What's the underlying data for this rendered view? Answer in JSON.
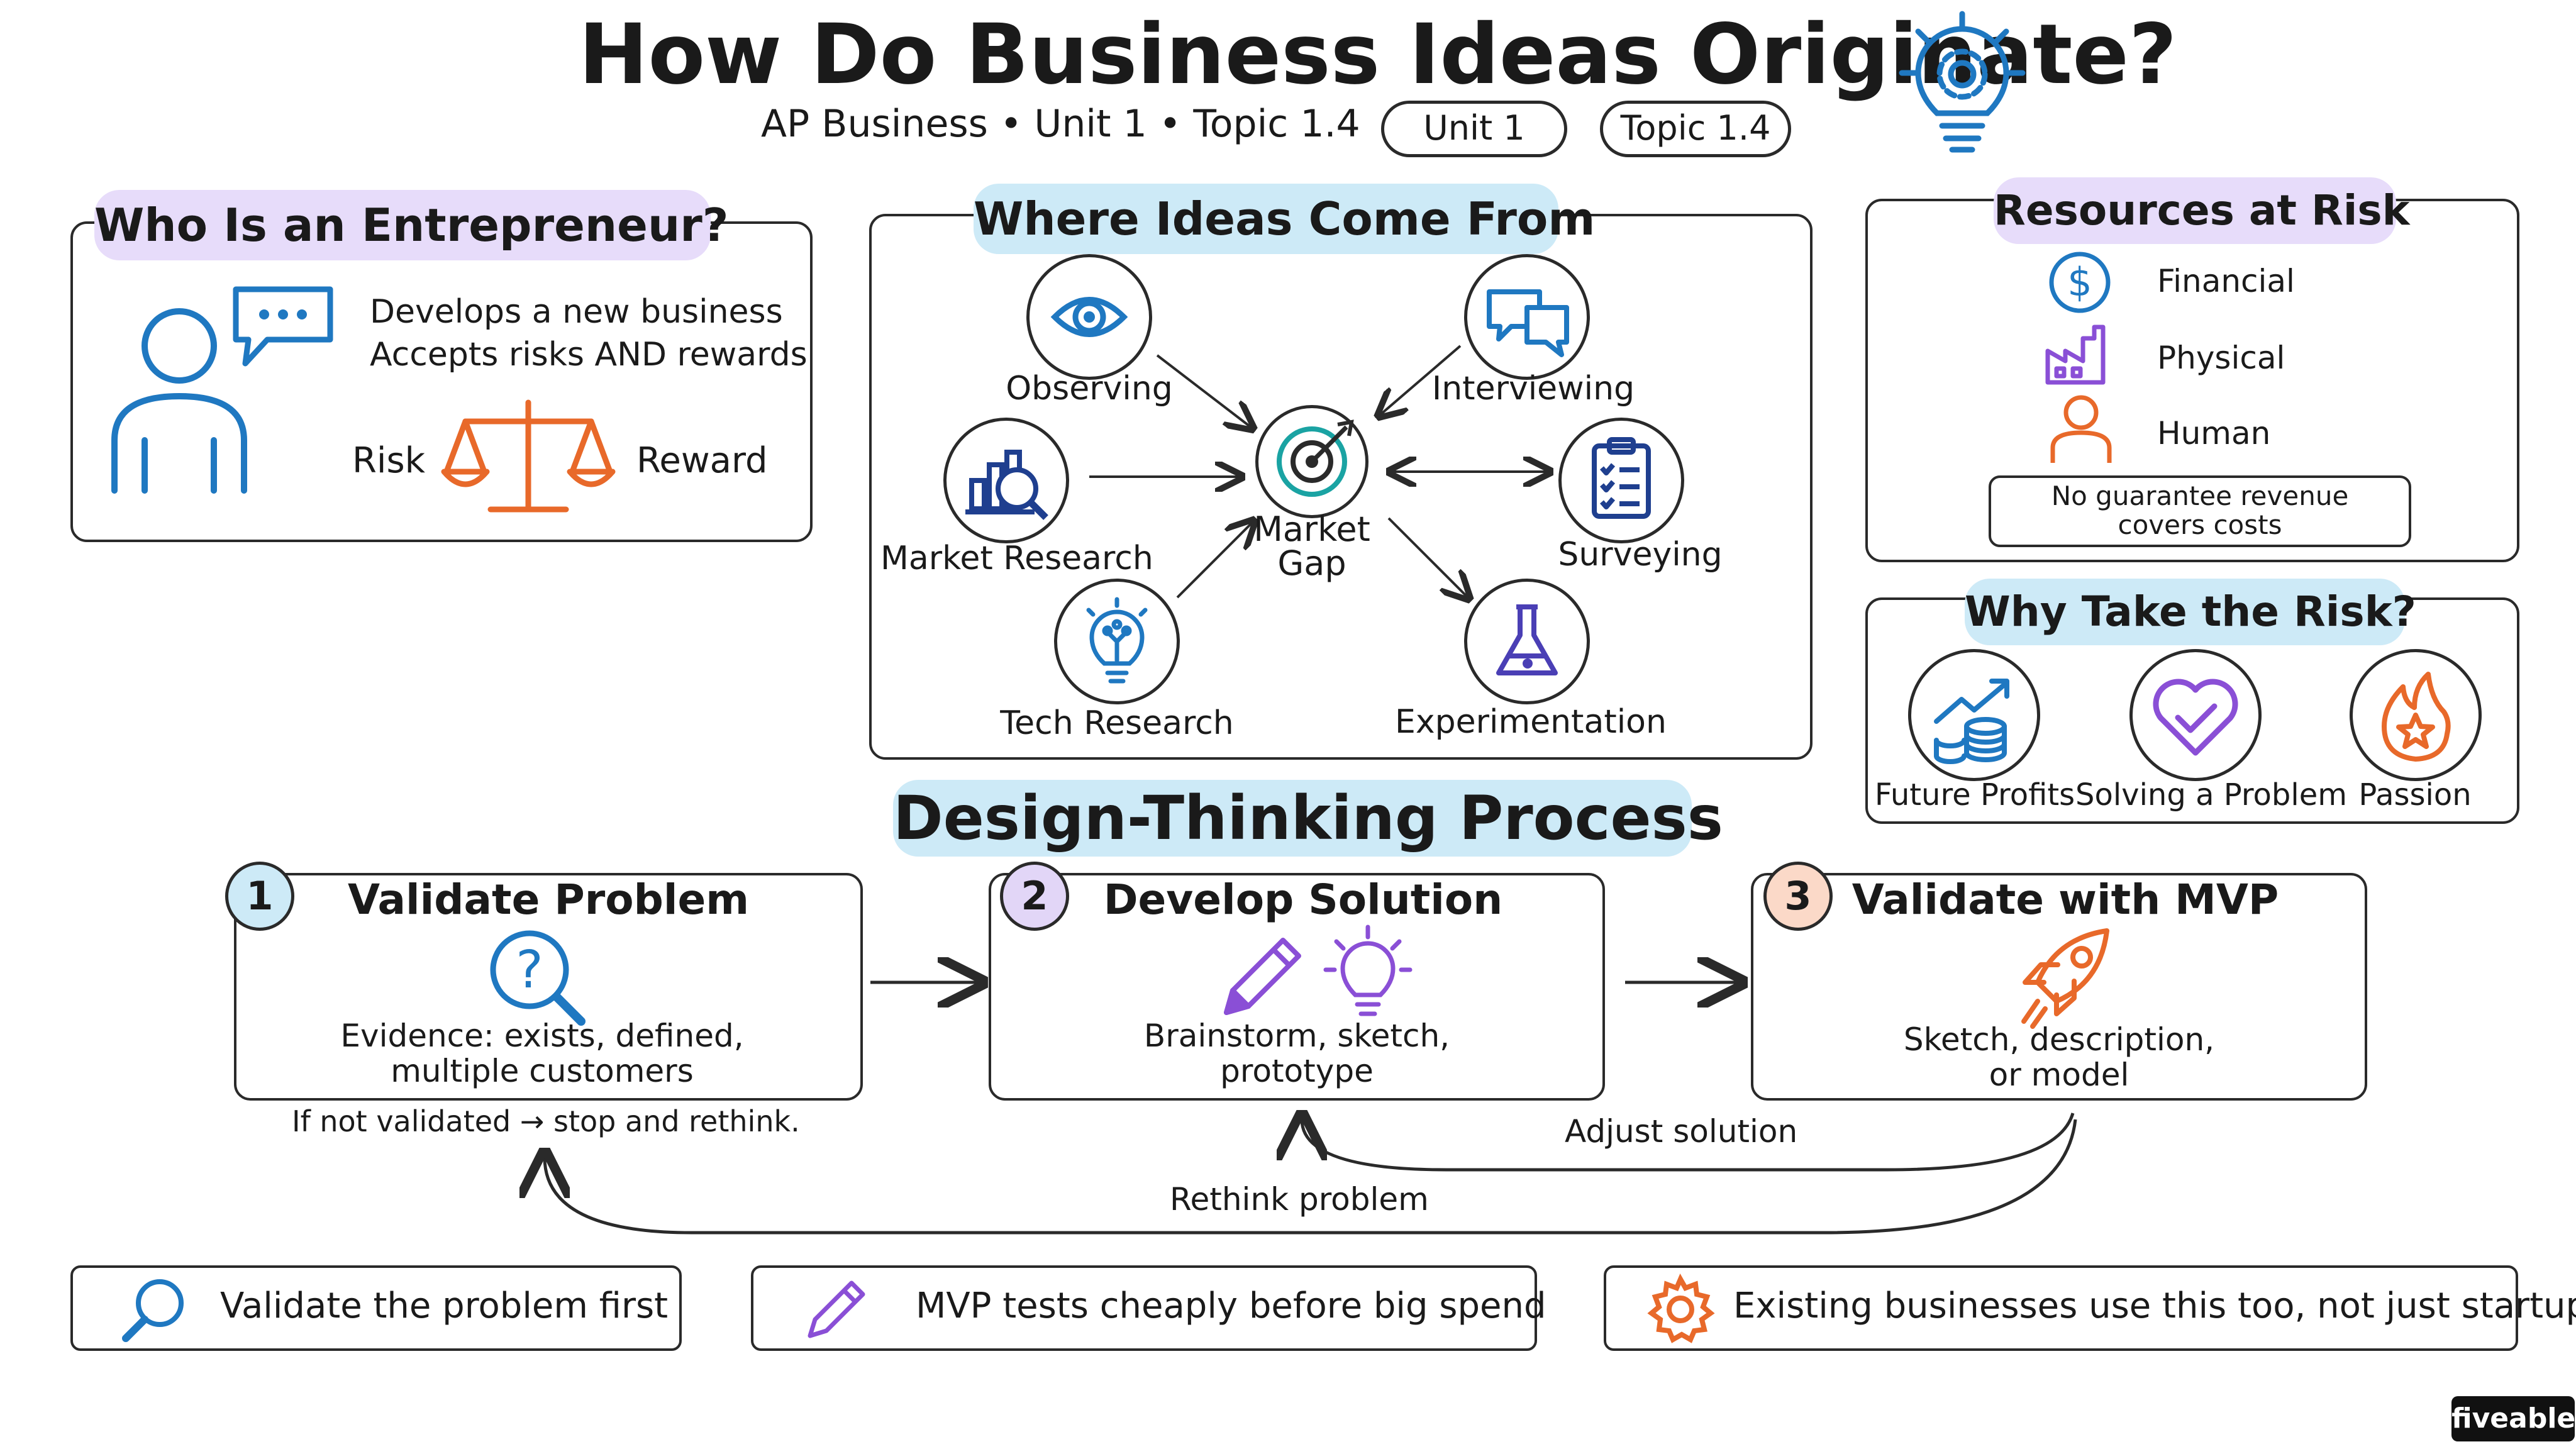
{
  "header": {
    "title": "How Do Business Ideas Originate?",
    "subtitle": "AP Business • Unit 1 • Topic 1.4",
    "pill_unit": "Unit 1",
    "pill_topic": "Topic 1.4"
  },
  "entrepreneur": {
    "heading": "Who Is an Entrepreneur?",
    "line1": "Develops a new business",
    "line2": "Accepts risks AND rewards",
    "risk_label": "Risk",
    "reward_label": "Reward"
  },
  "ideas": {
    "heading": "Where Ideas Come From",
    "center_label_1": "Market",
    "center_label_2": "Gap",
    "sources": {
      "observing": "Observing",
      "interviewing": "Interviewing",
      "market_research": "Market Research",
      "surveying": "Surveying",
      "tech_research": "Tech Research",
      "experimentation": "Experimentation"
    }
  },
  "resources": {
    "heading": "Resources at Risk",
    "financial": "Financial",
    "physical": "Physical",
    "human": "Human",
    "note_line1": "No guarantee revenue",
    "note_line2": "covers costs"
  },
  "why": {
    "heading": "Why Take the Risk?",
    "future_profits": "Future Profits",
    "solving_problem": "Solving a Problem",
    "passion": "Passion"
  },
  "process": {
    "heading": "Design-Thinking Process",
    "step1": {
      "number": "1",
      "title": "Validate Problem",
      "desc1": "Evidence: exists, defined,",
      "desc2": "multiple customers",
      "color": "#cdeaf7"
    },
    "step2": {
      "number": "2",
      "title": "Develop Solution",
      "desc1": "Brainstorm, sketch,",
      "desc2": "prototype",
      "color": "#e2d6f7"
    },
    "step3": {
      "number": "3",
      "title": "Validate with MVP",
      "desc1": "Sketch, description,",
      "desc2": "or model",
      "color": "#fbd9c8"
    },
    "not_validated": "If not validated → stop and rethink.",
    "adjust_solution": "Adjust solution",
    "rethink_problem": "Rethink problem"
  },
  "takeaways": {
    "t1": "Validate the problem first",
    "t2": "MVP tests cheaply before big spend",
    "t3": "Existing businesses use this too, not just startups"
  },
  "brand": "fiveable",
  "colors": {
    "blue": "#1f78c1",
    "purple": "#8a4fd6",
    "orange": "#e8692a",
    "teal": "#1aa3a3",
    "ink": "#2a2a2a"
  }
}
